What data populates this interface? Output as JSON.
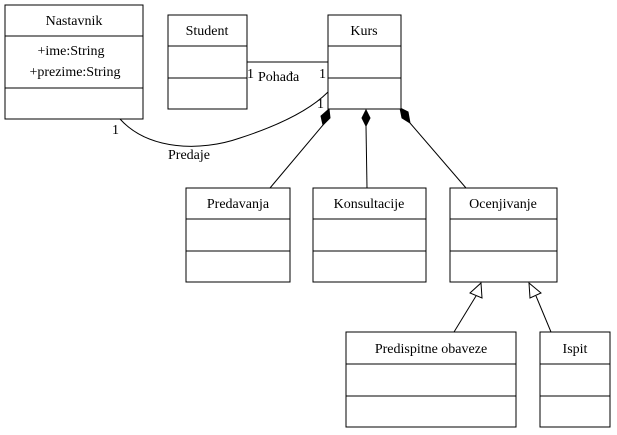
{
  "classes": {
    "nastavnik": {
      "name": "Nastavnik",
      "attributes": [
        "+ime:String",
        "+prezime:String"
      ]
    },
    "student": {
      "name": "Student"
    },
    "kurs": {
      "name": "Kurs"
    },
    "predavanja": {
      "name": "Predavanja"
    },
    "konsultacije": {
      "name": "Konsultacije"
    },
    "ocenjivanje": {
      "name": "Ocenjivanje"
    },
    "predispitne": {
      "name": "Predispitne obaveze"
    },
    "ispit": {
      "name": "Ispit"
    }
  },
  "associations": {
    "pohadja": {
      "label": "Pohađa",
      "mult_student": "1",
      "mult_kurs": "1"
    },
    "predaje": {
      "label": "Predaje",
      "mult_nastavnik": "1",
      "mult_kurs": "1"
    }
  }
}
